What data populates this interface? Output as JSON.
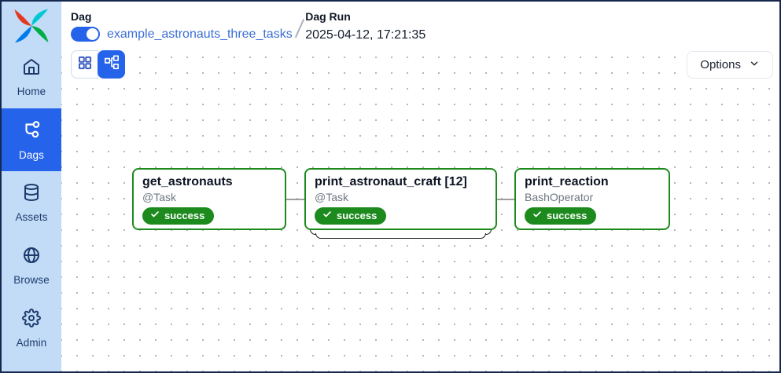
{
  "header": {
    "dag_label": "Dag",
    "dag_name": "example_astronauts_three_tasks",
    "dag_run_label": "Dag Run",
    "dag_run_time": "2025-04-12, 17:21:35"
  },
  "toolbar": {
    "options_label": "Options"
  },
  "sidebar": {
    "items": [
      {
        "label": "Home",
        "icon": "home-icon",
        "active": false
      },
      {
        "label": "Dags",
        "icon": "dag-icon",
        "active": true
      },
      {
        "label": "Assets",
        "icon": "database-icon",
        "active": false
      },
      {
        "label": "Browse",
        "icon": "globe-icon",
        "active": false
      },
      {
        "label": "Admin",
        "icon": "gear-icon",
        "active": false
      }
    ]
  },
  "graph": {
    "nodes": [
      {
        "title": "get_astronauts",
        "subtitle": "@Task",
        "status": "success",
        "mapped": false
      },
      {
        "title": "print_astronaut_craft [12]",
        "subtitle": "@Task",
        "status": "success",
        "mapped": true
      },
      {
        "title": "print_reaction",
        "subtitle": "BashOperator",
        "status": "success",
        "mapped": false
      }
    ]
  },
  "colors": {
    "accent_blue": "#2563eb",
    "link_blue": "#3b6fd4",
    "success_green": "#1d8a1d",
    "sidebar_bg": "#c2dcf7",
    "sidebar_text": "#1e3a6d",
    "window_border": "#16284f",
    "edge_gray": "#9d9d9d"
  }
}
